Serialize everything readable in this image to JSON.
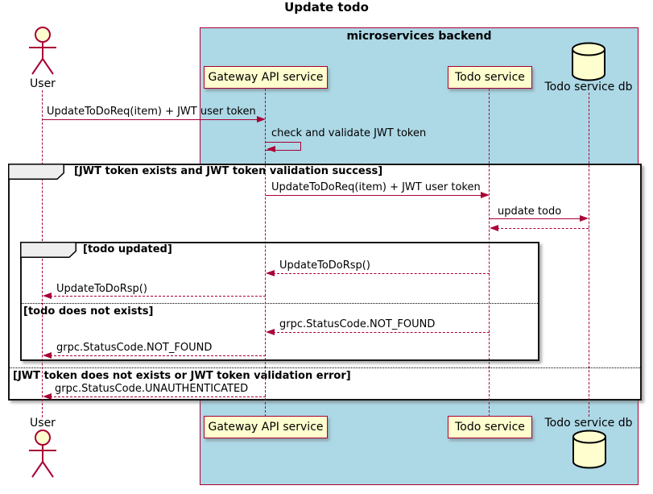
{
  "title": "Update todo",
  "backend_box": {
    "label": "microservices backend",
    "fill": "#ADD8E6",
    "border": "#A80036"
  },
  "participants": [
    {
      "name": "User",
      "type": "actor"
    },
    {
      "name": "Gateway API service",
      "type": "participant"
    },
    {
      "name": "Todo service",
      "type": "participant"
    },
    {
      "name": "Todo service db",
      "type": "database"
    }
  ],
  "frames": {
    "outer": {
      "keyword": "alt",
      "guard_if": "[JWT token exists and JWT token validation success]",
      "guard_else": "[JWT token does not exists or JWT token validation error]"
    },
    "inner": {
      "keyword": "alt",
      "guard_if": "[todo updated]",
      "guard_else": "[todo does not exists]"
    }
  },
  "messages": [
    {
      "from": "User",
      "to": "Gateway API service",
      "label": "UpdateToDoReq(item) + JWT user token",
      "style": "solid"
    },
    {
      "from": "Gateway API service",
      "to": "Gateway API service",
      "label": "check and validate JWT token",
      "style": "self"
    },
    {
      "from": "Gateway API service",
      "to": "Todo service",
      "label": "UpdateToDoReq(item) + JWT user token",
      "style": "solid"
    },
    {
      "from": "Todo service",
      "to": "Todo service db",
      "label": "update todo",
      "style": "solid"
    },
    {
      "from": "Todo service db",
      "to": "Todo service",
      "label": "",
      "style": "reply"
    },
    {
      "from": "Todo service",
      "to": "Gateway API service",
      "label": "UpdateToDoRsp()",
      "style": "reply"
    },
    {
      "from": "Gateway API service",
      "to": "User",
      "label": "UpdateToDoRsp()",
      "style": "reply"
    },
    {
      "from": "Todo service",
      "to": "Gateway API service",
      "label": "grpc.StatusCode.NOT_FOUND",
      "style": "reply"
    },
    {
      "from": "Gateway API service",
      "to": "User",
      "label": "grpc.StatusCode.NOT_FOUND",
      "style": "reply"
    },
    {
      "from": "Gateway API service",
      "to": "User",
      "label": "grpc.StatusCode.UNAUTHENTICATED",
      "style": "reply"
    }
  ],
  "colors": {
    "box_fill": "#ADD8E6",
    "participant_fill": "#FEFECE",
    "lifeline": "#A80036",
    "arrow": "#A80036",
    "frame_border": "#000000",
    "frame_label_fill": "#EEEEEE",
    "text": "#000000"
  }
}
